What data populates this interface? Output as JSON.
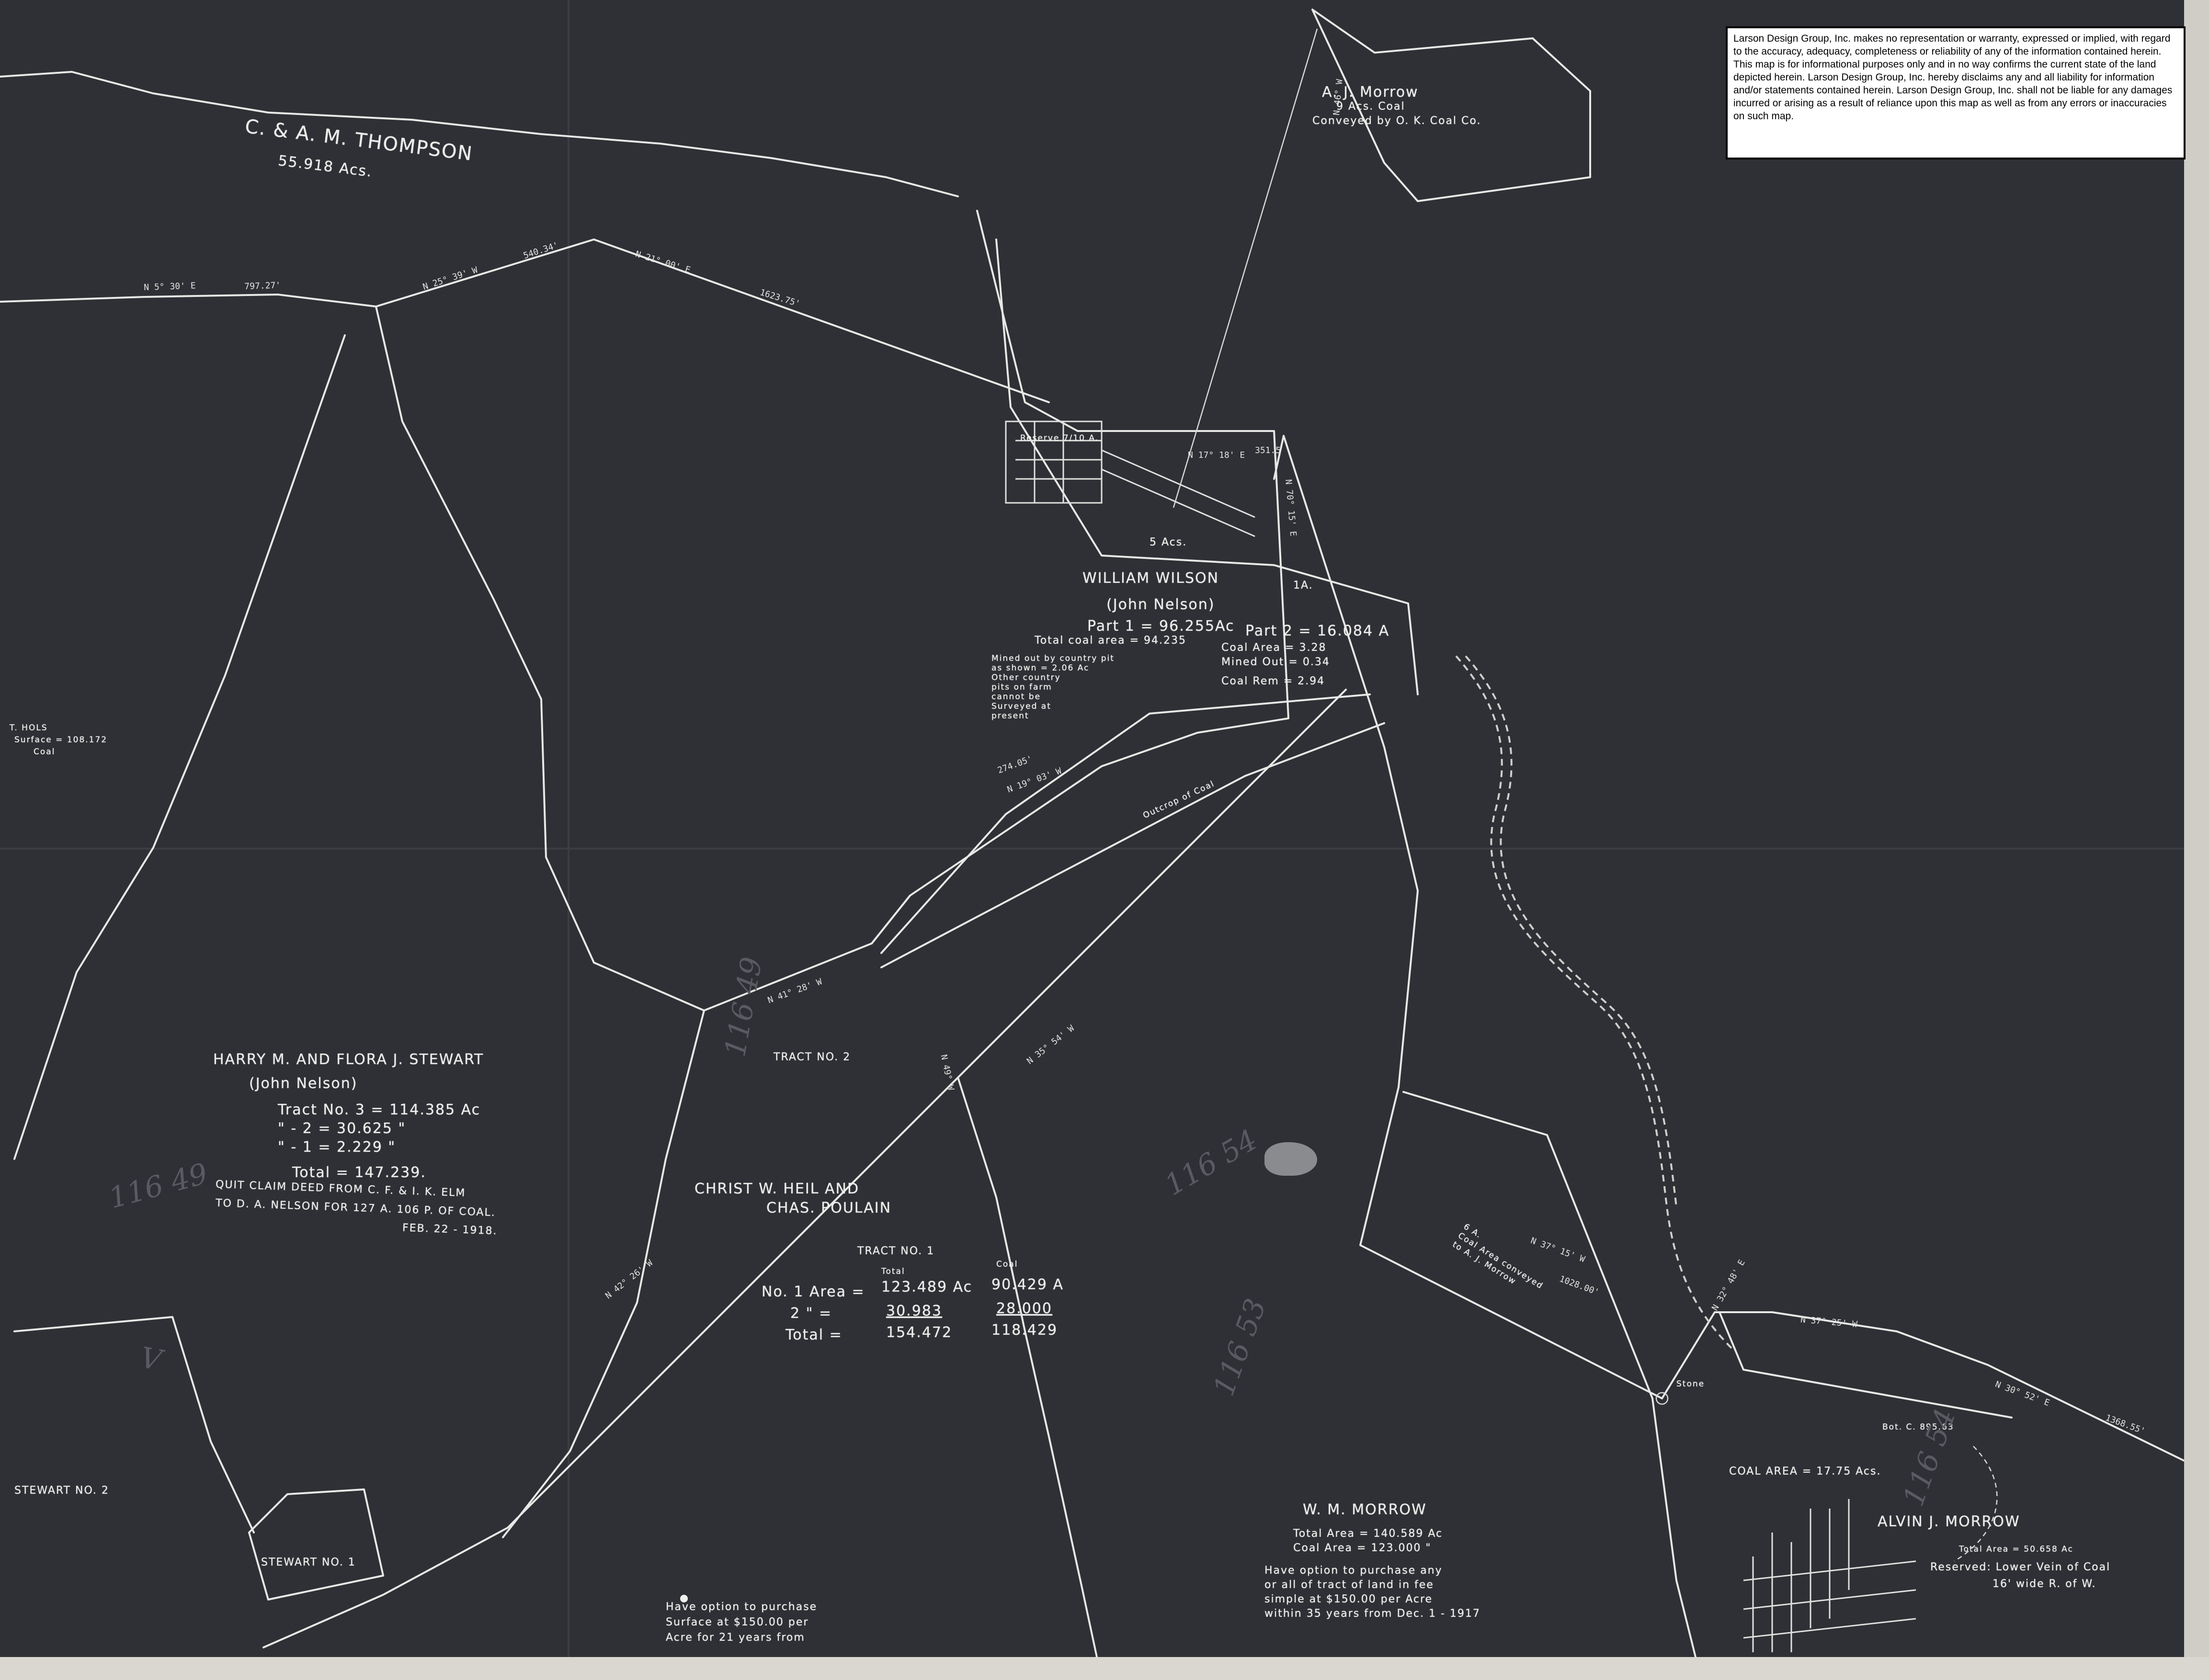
{
  "disclaimer": {
    "text": "Larson Design Group, Inc. makes no representation or warranty, expressed or implied, with regard to the accuracy, adequacy, completeness or reliability of any of the information contained herein. This map is for informational purposes only and in no way confirms the current state of the land depicted herein. Larson Design Group, Inc. hereby disclaims any and all liability for information and/or statements contained herein. Larson Design Group, Inc. shall not be liable for any damages incurred or arising as a result of reliance upon this map as well as from any errors or inaccuracies on such map."
  },
  "tracts": {
    "thompson": {
      "owner": "C. & A. M. THOMPSON",
      "area": "55.918 Acs."
    },
    "aj_morrow": {
      "owner": "A. J. Morrow",
      "area": "9 Acs. Coal",
      "note": "Conveyed by O. K. Coal Co."
    },
    "wilson": {
      "owner": "WILLIAM WILSON",
      "prior": "(John Nelson)",
      "part1": "Part 1 = 96.255Ac",
      "coal_area": "Total coal area = 94.235",
      "mined_note": [
        "Mined out by country pit",
        "as shown = 2.06 Ac",
        "Other country",
        "pits on farm",
        "cannot be",
        "Surveyed at",
        "present"
      ],
      "part2": "Part 2 = 16.084 A",
      "p2_coal": "Coal Area = 3.28",
      "p2_mined": "Mined Out = 0.34",
      "p2_rem": "Coal Rem = 2.94",
      "one_acre": "1A.",
      "five_acre": "5 Acs.",
      "reserve": "Reserve 7/10 A."
    },
    "stewart": {
      "owner": "HARRY M. AND FLORA J. STEWART",
      "prior": "(John Nelson)",
      "rows": [
        {
          "label": "Tract No. 3 =",
          "value": "114.385 Ac"
        },
        {
          "label": "\" - 2 =",
          "value": "30.625 \""
        },
        {
          "label": "\" - 1 =",
          "value": "2.229 \""
        },
        {
          "label": "Total =",
          "value": "147.239."
        }
      ],
      "deed1": "QUIT CLAIM DEED FROM C. F. & I. K. ELM",
      "deed2": "TO D. A. NELSON FOR 127 A. 106 P. OF COAL.",
      "deed3": "FEB. 22 - 1918."
    },
    "tract2_label": "TRACT NO. 2",
    "heil": {
      "owner1": "CHRIST W. HEIL AND",
      "owner2": "CHAS. POULAIN",
      "tract": "TRACT NO. 1",
      "col_total": "Total",
      "col_coal": "Coal",
      "row1_label": "No. 1 Area =",
      "row1_total": "123.489 Ac",
      "row1_coal": "90.429 A",
      "row2_label": "2 \" =",
      "row2_total": "30.983",
      "row2_coal": "28.000",
      "row3_label": "Total =",
      "row3_total": "154.472",
      "row3_coal": "118.429"
    },
    "wm_morrow": {
      "owner": "W. M. MORROW",
      "total": "Total Area = 140.589 Ac",
      "coal": "Coal Area = 123.000 \"",
      "option": [
        "Have option to purchase any",
        "or all of tract of land in fee",
        "simple at $150.00 per Acre",
        "within 35 years from Dec. 1 - 1917"
      ]
    },
    "alvin_morrow": {
      "owner": "ALVIN J. MORROW",
      "coal_area": "COAL AREA = 17.75 Acs.",
      "total": "Total Area = 50.658 Ac",
      "reserved": "Reserved: Lower Vein of Coal",
      "row": "16' wide R. of W."
    },
    "stewart2": "STEWART NO. 2",
    "stewart1": "STEWART NO. 1",
    "left_edge": {
      "name": "T. HOLS",
      "note": "Surface = 108.172",
      "coal": "Coal"
    },
    "bottom_option": [
      "Have option to purchase",
      "Surface at $150.00 per",
      "Acre for 21 years from"
    ],
    "outcrop": "Outcrop of Coal",
    "six_acre": [
      "6 A.",
      "Coal Area conveyed",
      "to A. J. Morrow"
    ],
    "bot_c": "Bot. C. 895.63",
    "dist_stone": "Stone"
  },
  "bearings": [
    {
      "text": "N 21° 00' E"
    },
    {
      "text": "1623.75'"
    },
    {
      "text": "N 5° 30' E"
    },
    {
      "text": "797.27'"
    },
    {
      "text": "N 25° 39' W"
    },
    {
      "text": "540.34'"
    },
    {
      "text": "N 17° 18' E"
    },
    {
      "text": "351.5"
    },
    {
      "text": "N 70° 15' E"
    },
    {
      "text": "N 37° 15' W"
    },
    {
      "text": "1028.00'"
    },
    {
      "text": "N 30° 52' E"
    },
    {
      "text": "1368.55'"
    },
    {
      "text": "N 37° 25' W"
    },
    {
      "text": "N 46° W"
    },
    {
      "text": "274.05'"
    },
    {
      "text": "N 19° 03' W"
    },
    {
      "text": "N 49° W"
    },
    {
      "text": "N 35° 54' W"
    },
    {
      "text": "N 42° 26' W"
    },
    {
      "text": "N 41° 28' W"
    },
    {
      "text": "N 32° 48' E"
    }
  ],
  "pencil_marks": [
    "116 49",
    "116 49",
    "116 53",
    "116 54",
    "116 54",
    "V"
  ]
}
